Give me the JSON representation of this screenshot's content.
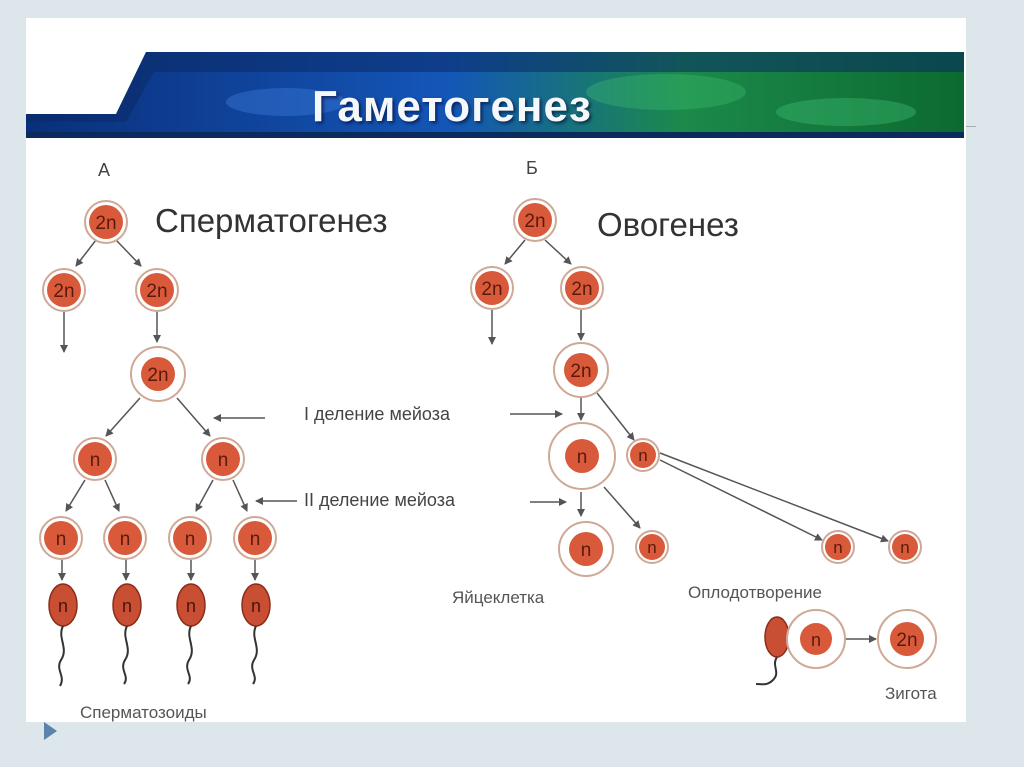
{
  "slide": {
    "title": "Гаметогенез",
    "labels": {
      "panel_a": "А",
      "panel_b": "Б",
      "spermatogenesis": "Сперматогенез",
      "oogenesis": "Овогенез",
      "meiosis_1": "I деление мейоза",
      "meiosis_2": "II деление мейоза",
      "egg_cell": "Яйцеклетка",
      "fertilization": "Оплодотворение",
      "zygote": "Зигота",
      "spermatozoa": "Сперматозоиды"
    },
    "cell_labels": {
      "diploid": "2n",
      "haploid": "n"
    }
  },
  "colors": {
    "cell_fill": "#d95a3a",
    "cell_outline": "#cfa896",
    "arrow": "#555555",
    "banner_blue": "#0e3f8e",
    "banner_green": "#1f8a3c"
  }
}
